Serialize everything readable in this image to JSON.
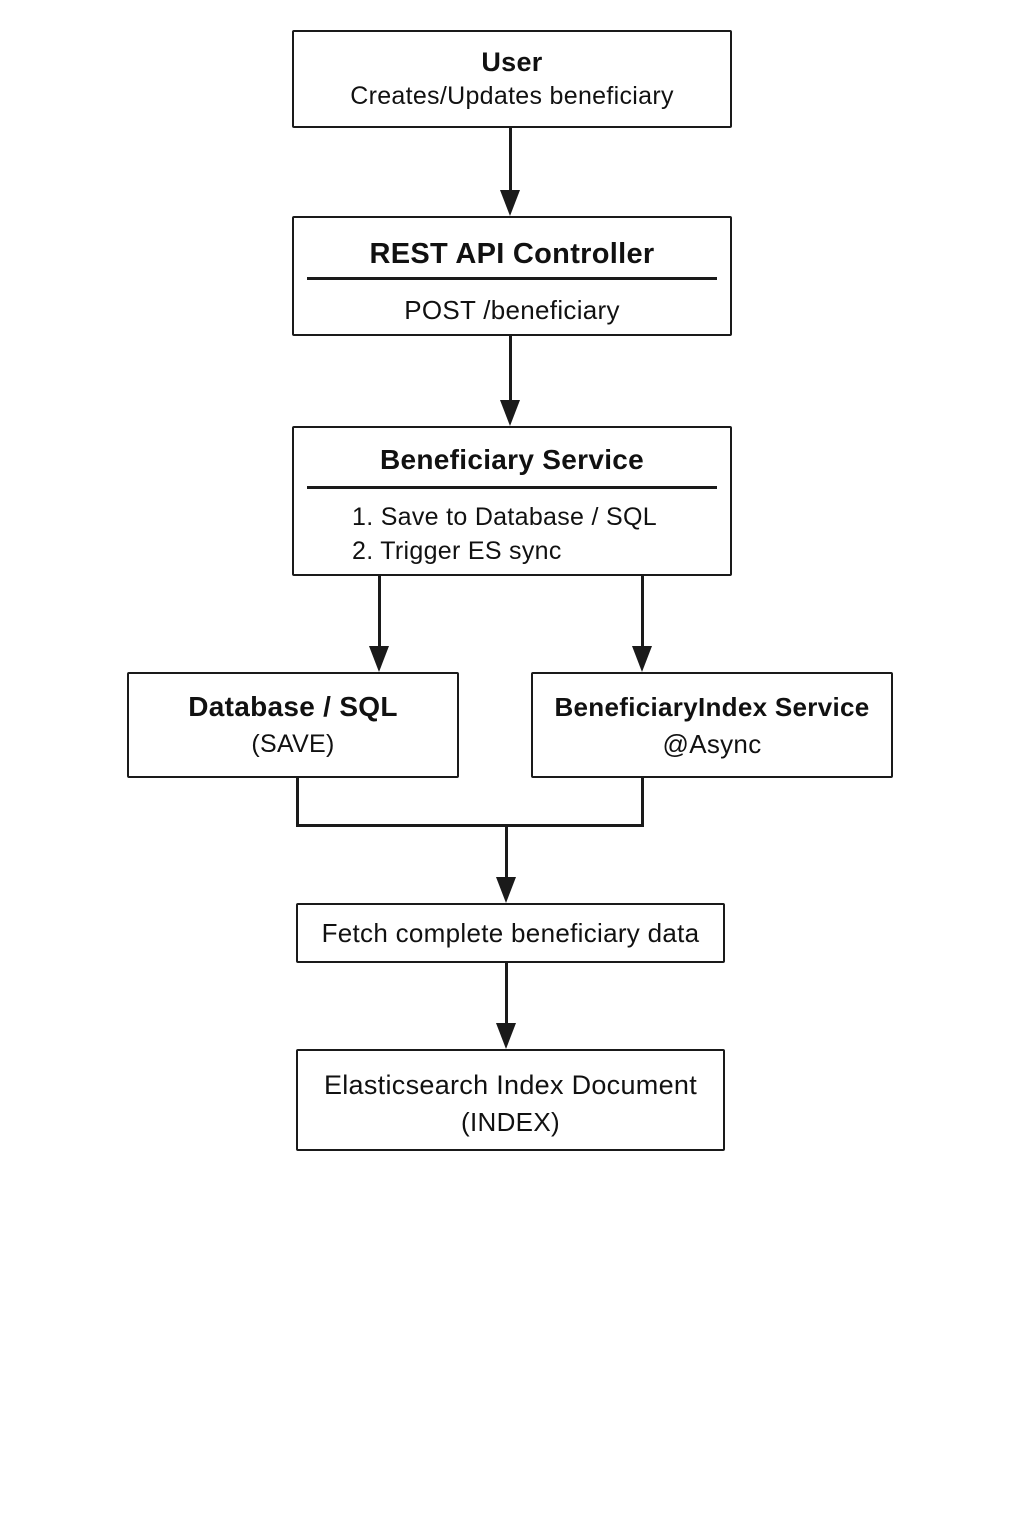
{
  "diagram": {
    "background_color": "#ffffff",
    "line_color": "#1a1a1a",
    "text_color": "#111111",
    "nodes": {
      "user": {
        "title": "User",
        "subtitle": "Creates/Updates beneficiary"
      },
      "rest_api": {
        "title": "REST API Controller",
        "subtitle": "POST /beneficiary"
      },
      "beneficiary_service": {
        "title": "Beneficiary Service",
        "items": [
          "1. Save to Database / SQL",
          "2. Trigger ES sync"
        ]
      },
      "database": {
        "title": "Database / SQL",
        "subtitle": "(SAVE)"
      },
      "index_service": {
        "title": "BeneficiaryIndex Service",
        "subtitle": "@Async"
      },
      "fetch": {
        "title": "Fetch complete beneficiary data"
      },
      "elasticsearch": {
        "title": "Elasticsearch Index Document",
        "subtitle": "(INDEX)"
      }
    },
    "edges": [
      "user -> rest_api",
      "rest_api -> beneficiary_service",
      "beneficiary_service -> database",
      "beneficiary_service -> index_service",
      "database + index_service -> fetch",
      "fetch -> elasticsearch"
    ]
  }
}
